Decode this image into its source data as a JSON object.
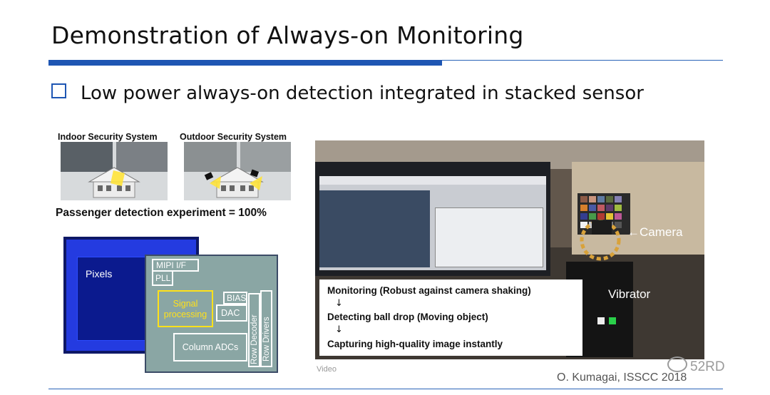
{
  "slide": {
    "title": "Demonstration of Always-on Monitoring",
    "bullet": "Low power always-on detection integrated in stacked sensor"
  },
  "security": {
    "indoor_title": "Indoor Security System",
    "outdoor_title": "Outdoor Security System",
    "experiment": "Passenger detection experiment = 100%"
  },
  "chip": {
    "pixels_label": "Pixels",
    "blocks": {
      "mipi": "MIPI I/F",
      "pll": "PLL",
      "signal_1": "Signal",
      "signal_2": "processing",
      "bias": "BIAS",
      "dac": "DAC",
      "row_decoder": "Row Decoder",
      "row_drivers": "Row Drivers",
      "column_adcs": "Column ADCs"
    }
  },
  "video": {
    "camera_label": "←Camera",
    "vibrator_label": "Vibrator",
    "steps": [
      "Monitoring (Robust against camera shaking)",
      "Detecting ball drop (Moving object)",
      "Capturing high-quality image instantly"
    ],
    "arrow": "↓",
    "caption": "Video"
  },
  "footer": {
    "credit": "O. Kumagai, ISSCC 2018",
    "watermark": "52RD"
  },
  "colors": {
    "accent_blue": "#1e56b3",
    "signal_yellow": "#ffe11a"
  }
}
